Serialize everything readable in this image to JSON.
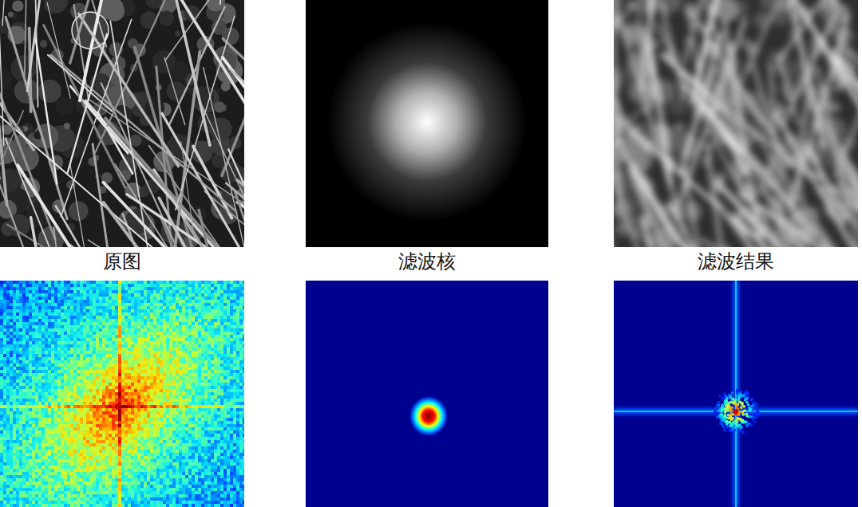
{
  "diagram": {
    "labels": [
      "原图",
      "滤波核",
      "滤波结果"
    ]
  }
}
